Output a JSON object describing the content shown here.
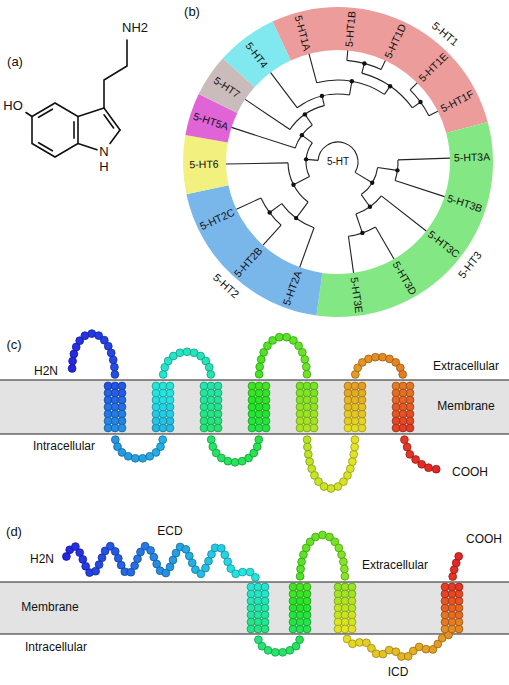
{
  "diagram": {
    "labels": [
      "(a)",
      "NH2",
      "HO",
      "N",
      "H",
      "(b)",
      "5-HT1",
      "5-HT1A",
      "5-HT1B",
      "5-HT1D",
      "5-HT1E",
      "5-HT1F",
      "5-HT3",
      "5-HT3A",
      "5-HT3B",
      "5-HT3C",
      "5-HT3D",
      "5-HT3E",
      "5-HT2",
      "5-HT2A",
      "5-HT2B",
      "5-HT2C",
      "5-HT6",
      "5-HT5A",
      "5-HT7",
      "5-HT4",
      "5-HT",
      "(c)",
      "H2N",
      "Extracellular",
      "Membrane",
      "Intracellular",
      "COOH",
      "(d)",
      "ECD",
      "H2N",
      "Extracellular",
      "Membrane",
      "Intracellular",
      "COOH",
      "ICD"
    ]
  }
}
